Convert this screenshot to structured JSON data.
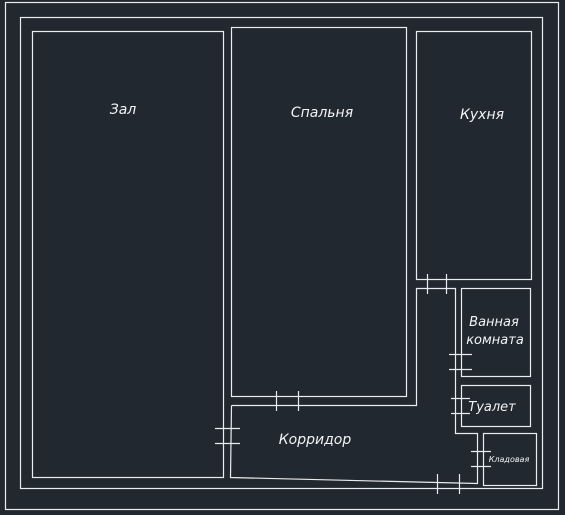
{
  "rooms": {
    "zal": "Зал",
    "spalnya": "Спальня",
    "kukhnya": "Кухня",
    "vannaya_line1": "Ванная",
    "vannaya_line2": "комната",
    "tualet": "Туалет",
    "koridor": "Корридор",
    "kladovaya": "Кладовая"
  },
  "colors": {
    "background": "#212830",
    "lines": "#e9ecef"
  }
}
